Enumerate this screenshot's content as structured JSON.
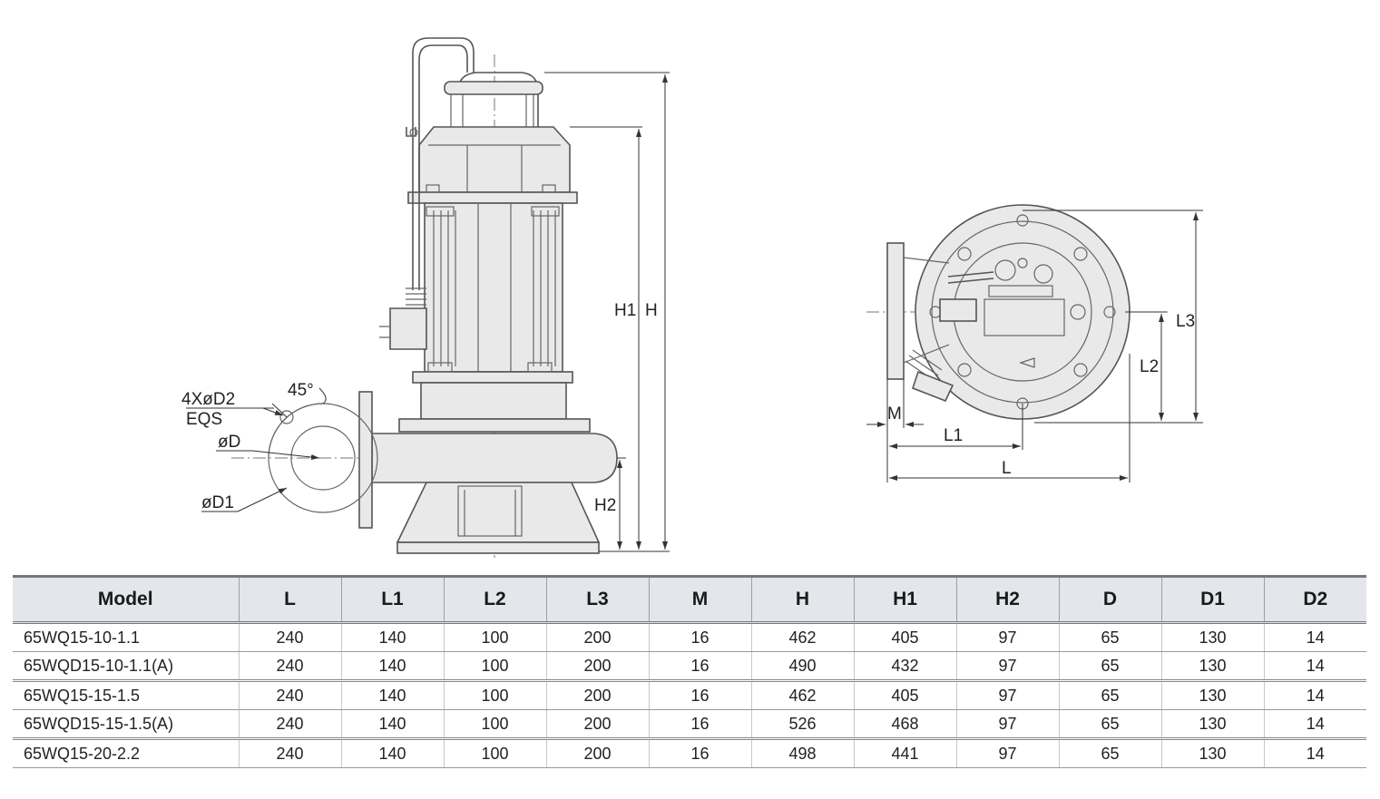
{
  "drawing": {
    "side_view": {
      "labels": {
        "h1": "H1",
        "h": "H",
        "h2": "H2",
        "holes": "4XøD2",
        "eqs": "EQS",
        "angle": "45°",
        "d": "øD",
        "d1": "øD1"
      }
    },
    "top_view": {
      "labels": {
        "l3": "L3",
        "l2": "L2",
        "m": "M",
        "l1": "L1",
        "l": "L"
      }
    }
  },
  "table": {
    "headers": [
      "Model",
      "L",
      "L1",
      "L2",
      "L3",
      "M",
      "H",
      "H1",
      "H2",
      "D",
      "D1",
      "D2"
    ],
    "rows": [
      [
        "65WQ15-10-1.1",
        "240",
        "140",
        "100",
        "200",
        "16",
        "462",
        "405",
        "97",
        "65",
        "130",
        "14"
      ],
      [
        "65WQD15-10-1.1(A)",
        "240",
        "140",
        "100",
        "200",
        "16",
        "490",
        "432",
        "97",
        "65",
        "130",
        "14"
      ],
      [
        "65WQ15-15-1.5",
        "240",
        "140",
        "100",
        "200",
        "16",
        "462",
        "405",
        "97",
        "65",
        "130",
        "14"
      ],
      [
        "65WQD15-15-1.5(A)",
        "240",
        "140",
        "100",
        "200",
        "16",
        "526",
        "468",
        "97",
        "65",
        "130",
        "14"
      ],
      [
        "65WQ15-20-2.2",
        "240",
        "140",
        "100",
        "200",
        "16",
        "498",
        "441",
        "97",
        "65",
        "130",
        "14"
      ]
    ]
  }
}
